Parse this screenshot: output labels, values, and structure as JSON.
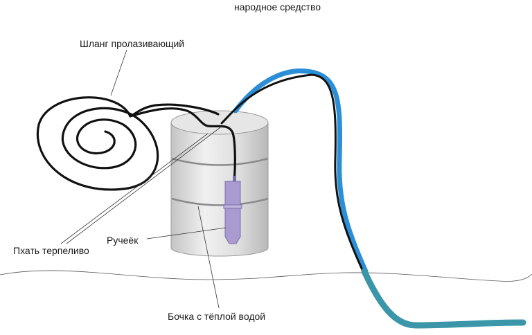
{
  "title": "народное средство",
  "labels": {
    "hose": "Шланг пролазивающий",
    "pump": "Ручеёк",
    "push": "Пхать терпеливо",
    "barrel": "Бочка с тёплой водой"
  },
  "colors": {
    "hose_black": "#111111",
    "hose_blue": "#2a8fd6",
    "hose_teal": "#3a96a8",
    "barrel_fill": "#d8d8d8",
    "barrel_stroke": "#9a9a9a",
    "pump_fill": "#a99bd0",
    "pump_stroke": "#7a6ea8",
    "ground_line": "#555555"
  }
}
